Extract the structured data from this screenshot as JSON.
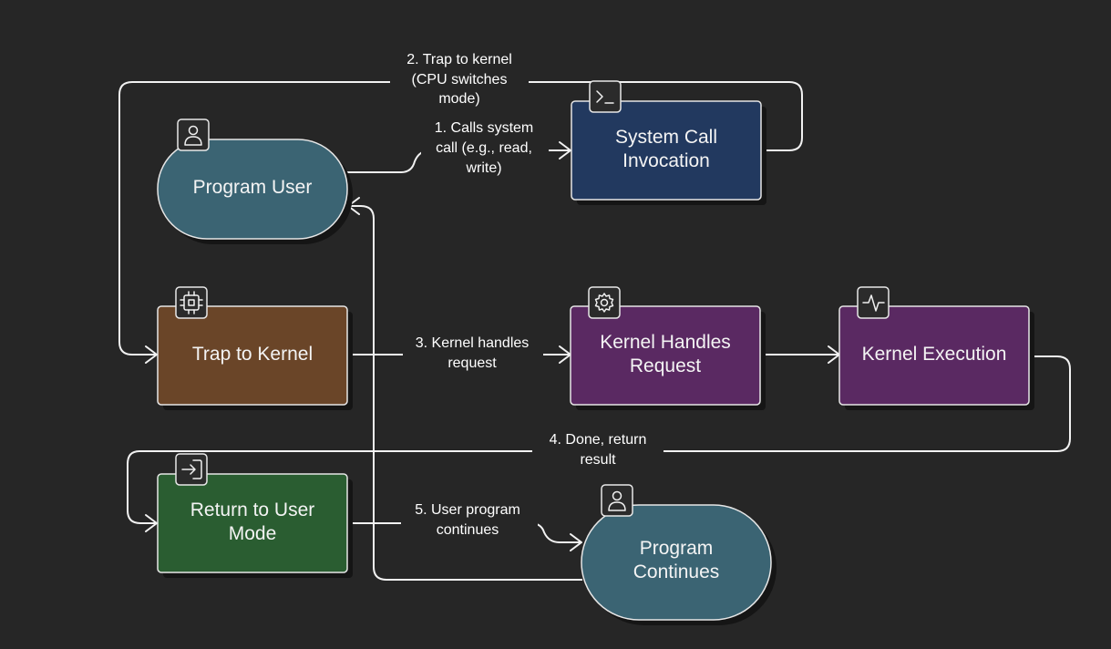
{
  "colors": {
    "background": "#262626",
    "user_node": "#3b6473",
    "syscall_node": "#22395f",
    "trap_node": "#6a4528",
    "kernel_node": "#5a2962",
    "return_node": "#2a5d31",
    "edge": "#f2f2f2"
  },
  "nodes": {
    "program_user": {
      "label": [
        "Program User"
      ],
      "icon": "user-icon"
    },
    "system_call": {
      "label": [
        "System Call",
        "Invocation"
      ],
      "icon": "terminal-icon"
    },
    "trap_kernel": {
      "label": [
        "Trap to Kernel"
      ],
      "icon": "cpu-chip-icon"
    },
    "kernel_handles": {
      "label": [
        "Kernel Handles",
        "Request"
      ],
      "icon": "gear-icon"
    },
    "kernel_exec": {
      "label": [
        "Kernel Execution"
      ],
      "icon": "activity-pulse-icon"
    },
    "return_user": {
      "label": [
        "Return to User",
        "Mode"
      ],
      "icon": "sign-in-icon"
    },
    "program_continues": {
      "label": [
        "Program",
        "Continues"
      ],
      "icon": "user-icon"
    }
  },
  "edges": {
    "e1": {
      "label": [
        "1. Calls system",
        "call (e.g., read,",
        "write)"
      ]
    },
    "e2": {
      "label": [
        "2. Trap to kernel",
        "(CPU switches",
        "mode)"
      ]
    },
    "e3": {
      "label": [
        "3. Kernel handles",
        "request"
      ]
    },
    "e4": {
      "label": [
        "4. Done, return",
        "result"
      ]
    },
    "e5": {
      "label": [
        "5. User program",
        "continues"
      ]
    }
  }
}
